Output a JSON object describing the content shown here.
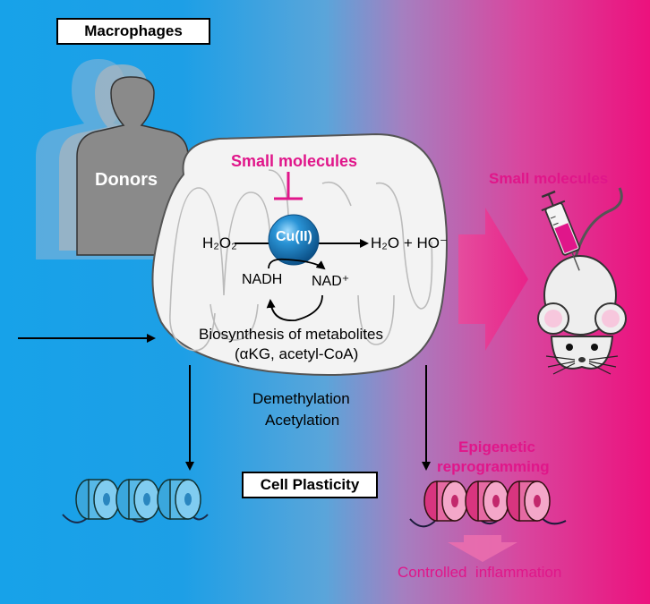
{
  "macrophages_label": "Macrophages",
  "donors_label": "Donors",
  "small_molecules_top": "Small molecules",
  "copper_label": "Cu(II)",
  "h2o2_label": "H₂O₂",
  "products_label": "H₂O + HO⁻",
  "nadh_label": "NADH",
  "nad_label": "NAD⁺",
  "biosynthesis_line1": "Biosynthesis of metabolites",
  "biosynthesis_line2": "(αKG, acetyl-CoA)",
  "demethylation_label": "Demethylation",
  "acetylation_label": "Acetylation",
  "cell_plasticity_label": "Cell Plasticity",
  "small_molecules_right": "Small molecules",
  "epigenetic_line1": "Epigenetic",
  "epigenetic_line2": "reprogramming",
  "controlled_inflammation": "Controlled  inflammation",
  "colors": {
    "left_blue": "#1aa3e8",
    "right_magenta": "#e8117f",
    "pink_text": "#e0168a",
    "copper_sphere": "#1580c4"
  },
  "icons": [
    "donor-silhouettes",
    "mitochondrion",
    "copper-sphere",
    "syringe-icon",
    "mouse-icon",
    "nucleosome-icons",
    "arrow-right-big"
  ]
}
